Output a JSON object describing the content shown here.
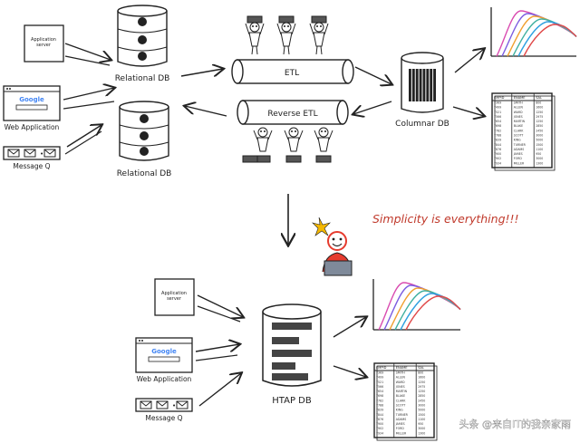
{
  "top": {
    "app_server": "Application\nserver",
    "web_app": "Web Application",
    "google": "Google",
    "message_q": "Message Q",
    "relational_db_1": "Relational DB",
    "relational_db_2": "Relational DB",
    "etl": "ETL",
    "reverse_etl": "Reverse ETL",
    "columnar_db": "Columnar DB"
  },
  "slogan": "Simplicity is everything!!!",
  "bottom": {
    "app_server": "Application\nserver",
    "web_app": "Web Application",
    "google": "Google",
    "message_q": "Message Q",
    "htap_db": "HTAP DB"
  },
  "table_headers": [
    "EMPID",
    "ENAME",
    "SAL"
  ],
  "table_rows": [
    [
      "7369",
      "SMITH",
      "800"
    ],
    [
      "7499",
      "ALLEN",
      "1600"
    ],
    [
      "7521",
      "WARD",
      "1250"
    ],
    [
      "7566",
      "JONES",
      "2975"
    ],
    [
      "7654",
      "MARTIN",
      "1250"
    ],
    [
      "7698",
      "BLAKE",
      "2850"
    ],
    [
      "7782",
      "CLARK",
      "2450"
    ],
    [
      "7788",
      "SCOTT",
      "3000"
    ],
    [
      "7839",
      "KING",
      "5000"
    ],
    [
      "7844",
      "TURNER",
      "1500"
    ],
    [
      "7876",
      "ADAMS",
      "1100"
    ],
    [
      "7900",
      "JAMES",
      "950"
    ],
    [
      "7902",
      "FORD",
      "3000"
    ],
    [
      "7934",
      "MILLER",
      "1300"
    ]
  ],
  "watermark": "头条 @来自IT的我亲家雨",
  "colors": {
    "ink": "#222222",
    "slogan": "#c0392b",
    "person_face": "#e63b2e",
    "star": "#f5b800",
    "laptop": "#7f8a9a",
    "curves": [
      "#d94bb0",
      "#7b5ce0",
      "#f0a030",
      "#40b0a0",
      "#2ea0e0",
      "#e04848"
    ]
  }
}
